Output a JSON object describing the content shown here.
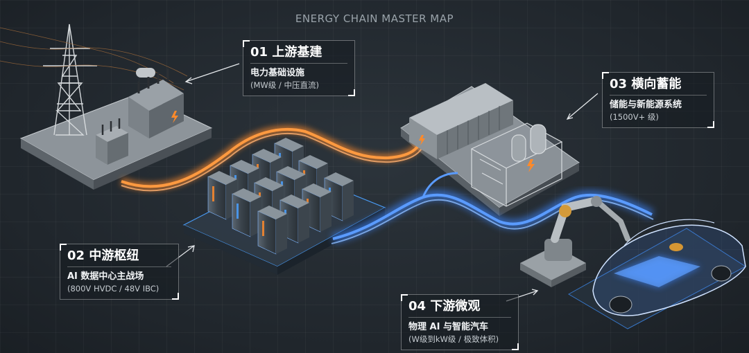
{
  "title": "ENERGY CHAIN MASTER MAP",
  "callouts": [
    {
      "head": "01 上游基建",
      "sub": "电力基础设施",
      "note": "(MW级 / 中压直流)"
    },
    {
      "head": "02 中游枢纽",
      "sub": "AI 数据中心主战场",
      "note": "(800V HVDC / 48V IBC)"
    },
    {
      "head": "03 横向蓄能",
      "sub": "储能与新能源系统",
      "note": "(1500V+ 级)"
    },
    {
      "head": "04 下游微观",
      "sub": "物理 AI 与智能汽车",
      "note": "(W级到kW级 / 极致体积)"
    }
  ],
  "colors": {
    "background": "#20262c",
    "cable_orange": "#ff8a2a",
    "cable_blue": "#3d86ff",
    "accent_glow": "#4aa0ff"
  }
}
